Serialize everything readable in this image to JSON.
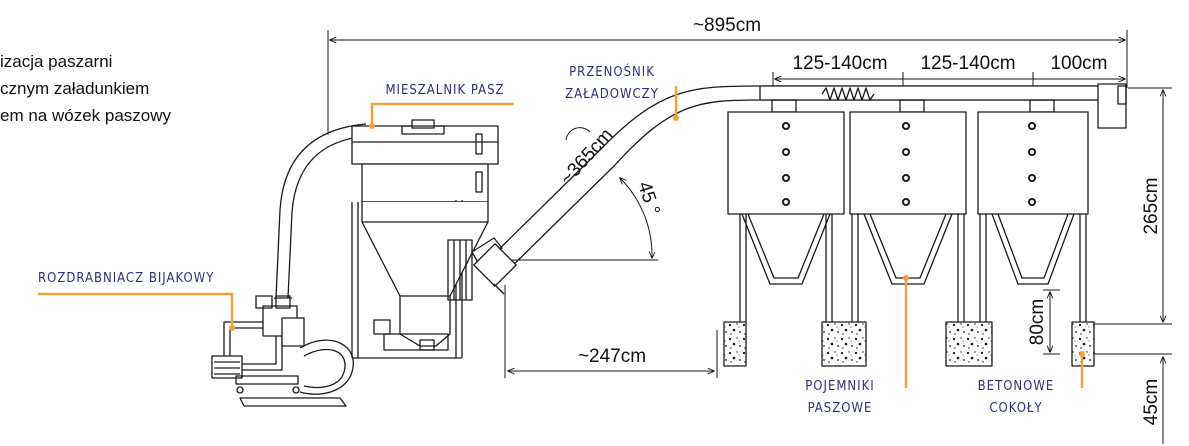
{
  "description": {
    "line1": "izacja paszarni",
    "line2": "cznym załadunkiem",
    "line3": "em na wózek paszowy"
  },
  "labels": {
    "mixer": "MIESZALNIK PASZ",
    "conveyor_line1": "PRZENOŚNIK",
    "conveyor_line2": "ZAŁADOWCZY",
    "crusher": "ROZDRABNIACZ BIJAKOWY",
    "bins_line1": "POJEMNIKI",
    "bins_line2": "PASZOWE",
    "bases_line1": "BETONOWE",
    "bases_line2": "COKOŁY"
  },
  "dimensions": {
    "total_length": "~895cm",
    "spacing_1": "125-140cm",
    "spacing_2": "125-140cm",
    "spacing_3": "100cm",
    "conveyor_length": "~365cm",
    "angle": "45 °",
    "horizontal_reach": "~247cm",
    "bin_height": "265cm",
    "leg_height": "80cm",
    "base_height": "45cm"
  },
  "colors": {
    "label_text": "#2e2f7f",
    "leader_line": "#f0a03c",
    "drawing_line": "#1a1a1a"
  }
}
